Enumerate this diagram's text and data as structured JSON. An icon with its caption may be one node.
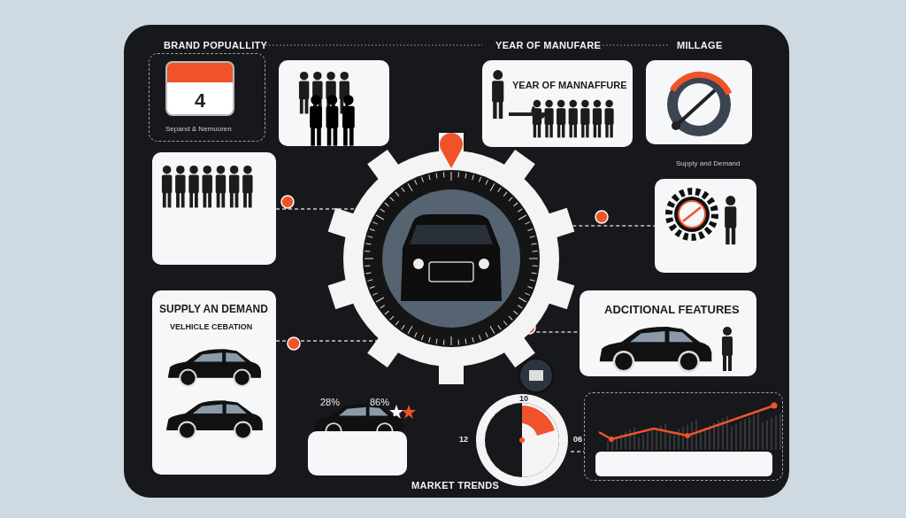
{
  "diagram": {
    "nodes": [
      {
        "text": [
          "4",
          "Sepand & Nemuoren"
        ]
      },
      {
        "text": [],
        "shape": "picture"
      },
      {
        "text": [
          "YEAR OF MANNAFFURE"
        ]
      },
      {
        "text": [
          "Supply and Demand"
        ]
      },
      {
        "text": [],
        "shape": "picture"
      },
      {
        "text": [
          "SUPPLY AN DEMAND",
          "VELHICLE CEBATION"
        ]
      },
      {
        "text": [],
        "shape": "picture"
      },
      {
        "text": [
          "ADCITIONAL FEATURES"
        ]
      },
      {
        "text": [],
        "shape": "box"
      },
      {
        "text": [],
        "shape": "picture"
      },
      {
        "text": [],
        "shape": "picture"
      },
      {
        "text": [
          "10",
          "12",
          "06"
        ]
      }
    ],
    "edges": [
      {
        "from": 4,
        "to": 10,
        "arrow": "none",
        "style": "dashed"
      },
      {
        "from": 5,
        "to": 10,
        "arrow": "none",
        "style": "dashed"
      },
      {
        "from": 10,
        "to": 6,
        "arrow": "none",
        "style": "dashed"
      },
      {
        "from": 10,
        "to": 7,
        "arrow": "none",
        "style": "dashed"
      },
      {
        "from": 11,
        "to": 9,
        "arrow": "none",
        "style": "dashed"
      }
    ],
    "labels": [
      "BRAND POPUALLITY",
      "YEAR OF MANUFARE",
      "MILLAGE",
      "28%",
      "86%",
      "MARKET TRENDS"
    ]
  }
}
